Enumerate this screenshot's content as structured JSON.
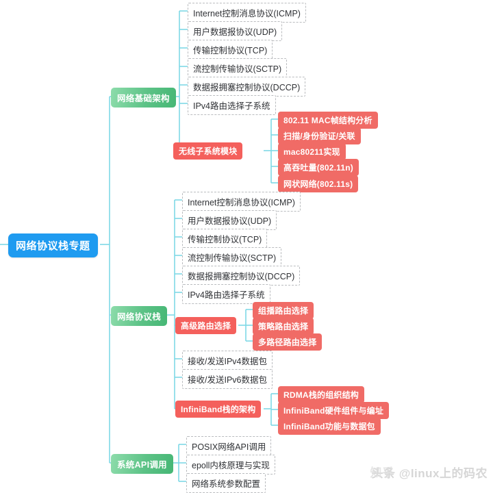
{
  "root": {
    "label": "网络协议栈专题"
  },
  "colors": {
    "root_blue": "#1f9bf0",
    "branch_green": "#5cc286",
    "sub_red": "#f4605c",
    "connector": "#7ed9e6",
    "leaf_border": "#b9bbbe",
    "leaf_text": "#2f3135"
  },
  "watermark": {
    "text": "头条 @linux上的码农",
    "overlay": "知乎"
  },
  "branches": [
    {
      "label": "网络基础架构",
      "leaves": [
        "Internet控制消息协议(ICMP)",
        "用户数据报协议(UDP)",
        "传输控制协议(TCP)",
        "流控制传输协议(SCTP)",
        "数据报拥塞控制协议(DCCP)",
        "IPv4路由选择子系统"
      ],
      "red_groups": [
        {
          "label": "无线子系统模块",
          "children": [
            "802.11 MAC帧结构分析",
            "扫描/身份验证/关联",
            "mac80211实现",
            "高吞吐量(802.11n)",
            "网状网络(802.11s)"
          ]
        }
      ]
    },
    {
      "label": "网络协议栈",
      "leaves": [
        "Internet控制消息协议(ICMP)",
        "用户数据报协议(UDP)",
        "传输控制协议(TCP)",
        "流控制传输协议(SCTP)",
        "数据报拥塞控制协议(DCCP)",
        "IPv4路由选择子系统"
      ],
      "red_groups": [
        {
          "label": "高级路由选择",
          "children": [
            "组播路由选择",
            "策略路由选择",
            "多路径路由选择"
          ]
        },
        {
          "label": "InfiniBand栈的架构",
          "children": [
            "RDMA栈的组织结构",
            "InfiniBand硬件组件与编址",
            "InfiniBand功能与数据包"
          ]
        }
      ],
      "mid_leaves": [
        "接收/发送IPv4数据包",
        "接收/发送IPv6数据包"
      ]
    },
    {
      "label": "系统API调用",
      "leaves": [
        "POSIX网络API调用",
        "epoll内核原理与实现",
        "网络系统参数配置"
      ],
      "red_groups": []
    }
  ]
}
